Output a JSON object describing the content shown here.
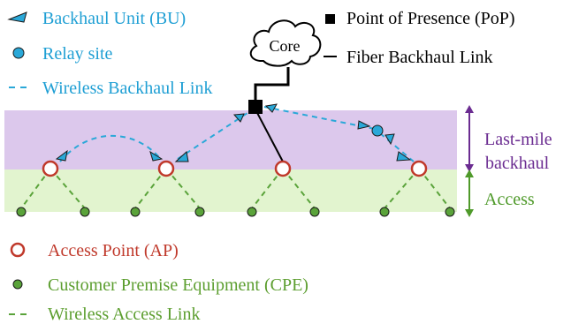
{
  "legend_top": {
    "backhaul_unit": "Backhaul Unit (BU)",
    "relay_site": "Relay site",
    "wireless_backhaul_link": "Wireless Backhaul Link",
    "point_of_presence": "Point of Presence (PoP)",
    "fiber_backhaul_link": "Fiber Backhaul Link"
  },
  "core_label": "Core",
  "regions": {
    "last_mile_line1": "Last-mile",
    "last_mile_line2": "backhaul",
    "access": "Access"
  },
  "legend_bottom": {
    "access_point": "Access Point (AP)",
    "cpe": "Customer Premise Equipment (CPE)",
    "wireless_access_link": "Wireless Access Link"
  },
  "colors": {
    "backhaul_blue": "#2aa8d8",
    "backhaul_text": "#1f9fd4",
    "ap_red": "#c0392b",
    "ap_text": "#c0392b",
    "cpe_green": "#5aa33a",
    "cpe_text": "#5c9e2f",
    "lastmile_band": "#dcc8ec",
    "access_band": "#e2f4cf",
    "lastmile_text": "#6b2c91",
    "access_text": "#4f9a2a",
    "black": "#000000"
  }
}
